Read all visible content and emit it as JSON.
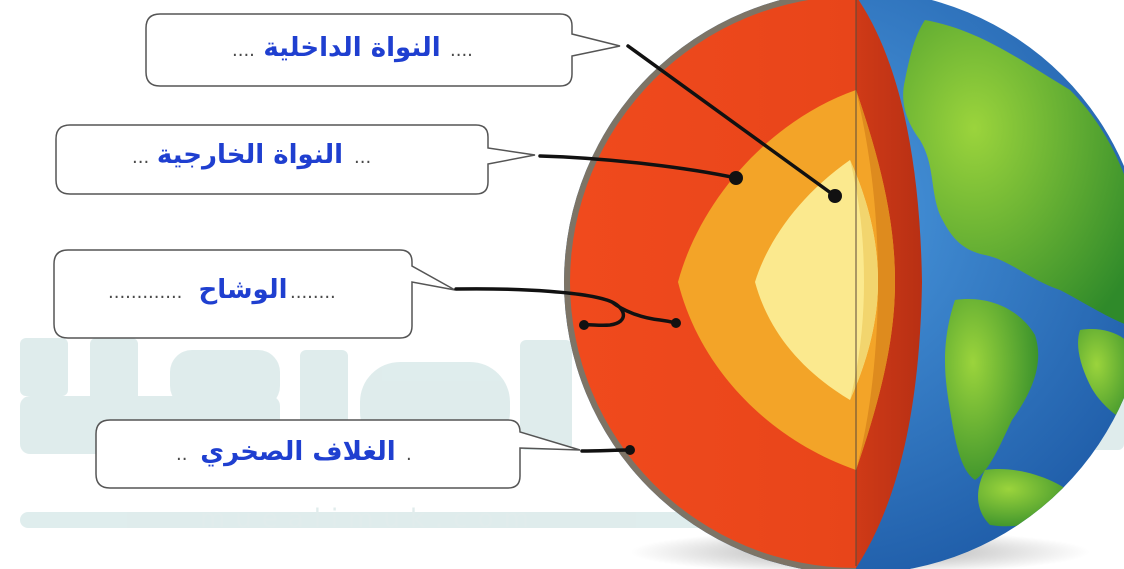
{
  "labels": {
    "inner_core": {
      "text": "النواة الداخلية",
      "leader_dots": "....",
      "trailing_dots": "...."
    },
    "outer_core": {
      "text": "النواة الخارجية",
      "leader_dots": "...",
      "trailing_dots": "..."
    },
    "mantle": {
      "text": "الوشاح",
      "leader_dots": "........",
      "trailing_dots": "............."
    },
    "crust": {
      "text": "الغلاف الصخري",
      "leader_dots": ".",
      "trailing_dots": ".."
    }
  },
  "watermark": {
    "logo": "معلمك",
    "site": "muealimuk.com"
  },
  "colors": {
    "label_text": "#1f3fd0",
    "crust": "#7d7466",
    "mantle": "#ee4a1e",
    "outer_core": "#f3a428",
    "inner_core": "#fbe98e",
    "ocean": "#2b74bf",
    "land": "#5fa631",
    "watermark": "#cfe3e3"
  }
}
